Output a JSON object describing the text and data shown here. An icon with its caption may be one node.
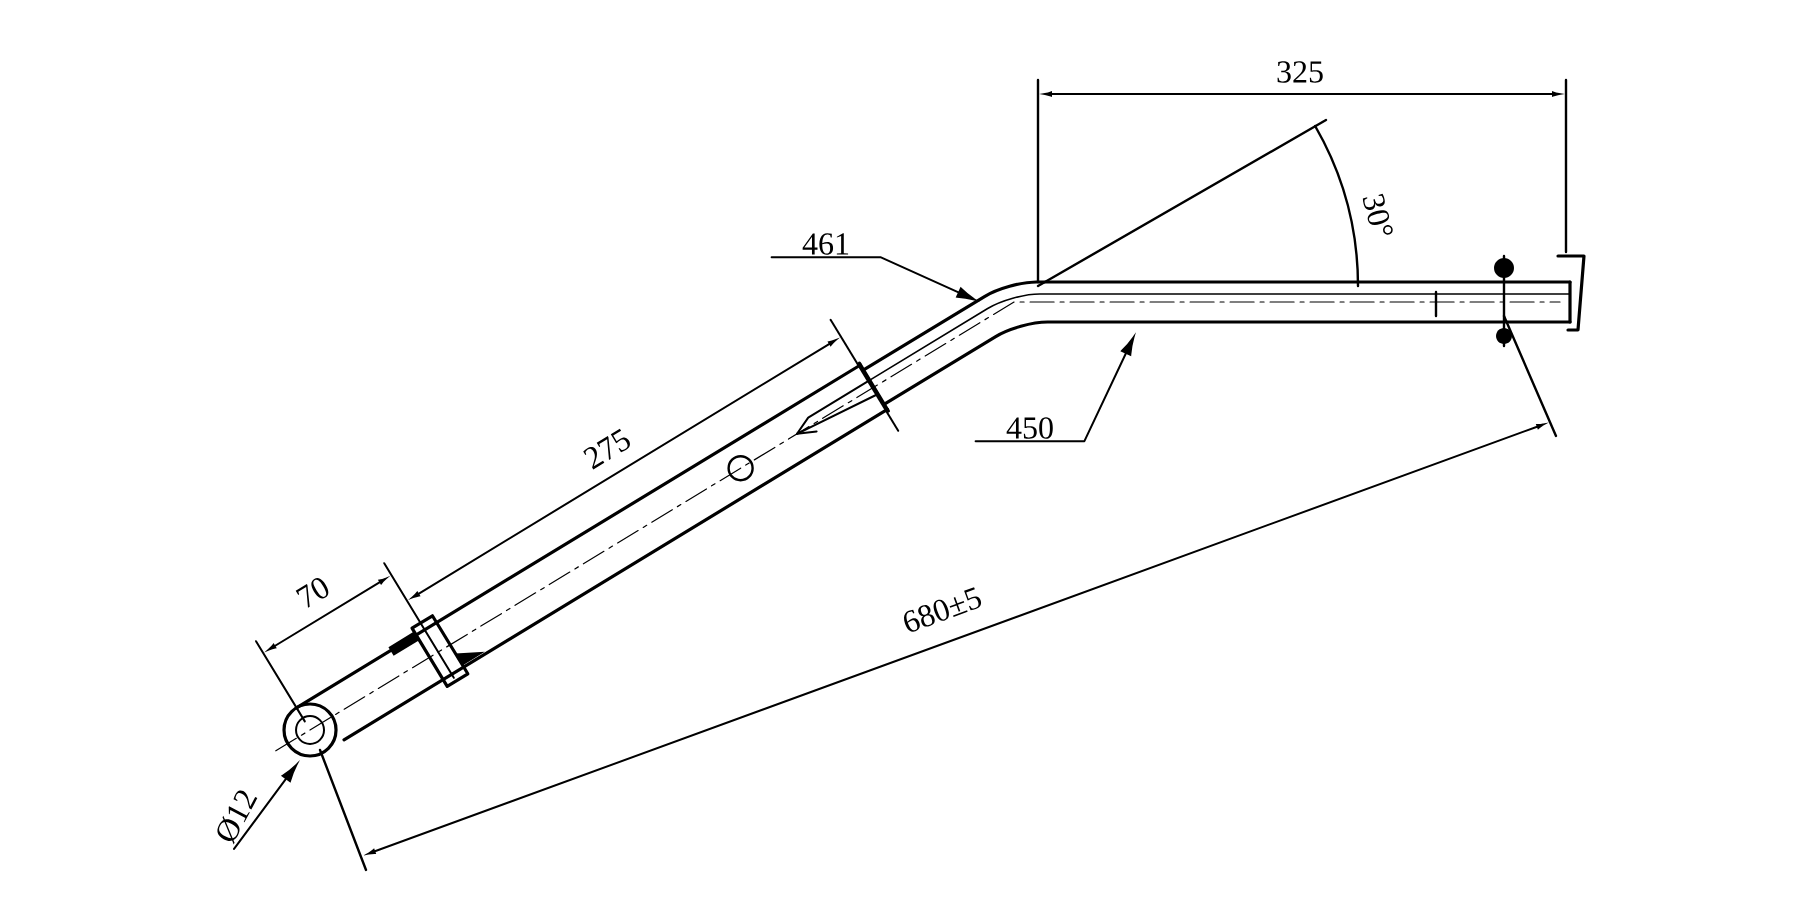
{
  "diagram": {
    "nodes": [
      {
        "text": [
          "461"
        ]
      },
      {
        "text": [
          "450"
        ]
      },
      {
        "text": [
          "Ø12"
        ]
      }
    ],
    "edges": [
      {
        "from": 0,
        "to": null,
        "arrow": "to"
      },
      {
        "from": 1,
        "to": null,
        "arrow": "to"
      },
      {
        "from": 2,
        "to": null,
        "arrow": "to"
      }
    ],
    "labels": [
      "325",
      "30°",
      "275",
      "70",
      "680±5"
    ]
  }
}
